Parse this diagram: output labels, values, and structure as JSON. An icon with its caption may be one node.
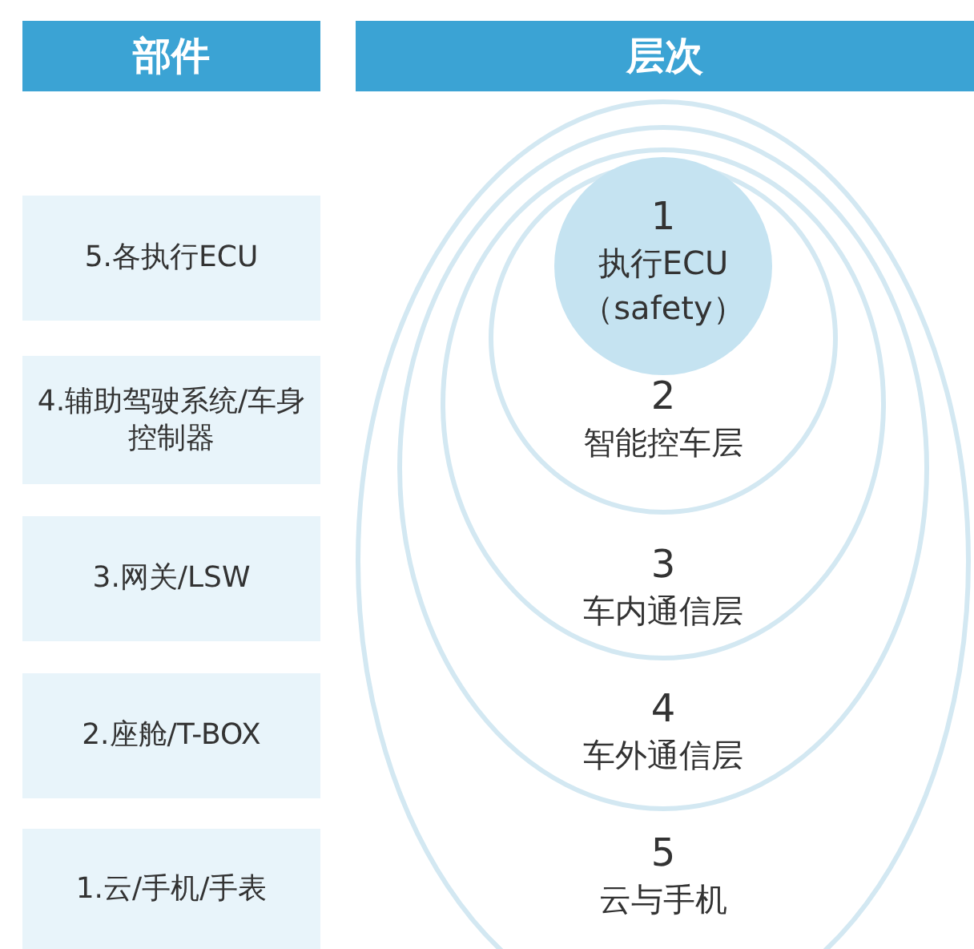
{
  "diagram": {
    "nodes": [
      {
        "text": [
          "部件"
        ]
      },
      {
        "text": [
          "层次"
        ]
      },
      {
        "text": [
          "5.各执行ECU"
        ]
      },
      {
        "text": [
          "4.辅助驾驶系统/车身控制器"
        ]
      },
      {
        "text": [
          "3.网关/LSW"
        ]
      },
      {
        "text": [
          "2.座舱/T-BOX"
        ]
      },
      {
        "text": [
          "1.云/手机/手表"
        ]
      },
      {
        "text": [
          "5",
          "云与手机"
        ]
      },
      {
        "text": [
          "4",
          "车外通信层"
        ],
        "in": 7
      },
      {
        "text": [
          "3",
          "车内通信层"
        ],
        "in": 8
      },
      {
        "text": [
          "2",
          "智能控车层"
        ],
        "in": 9
      },
      {
        "text": [
          "1",
          "执行ECU（safety）"
        ],
        "in": 10
      }
    ]
  }
}
